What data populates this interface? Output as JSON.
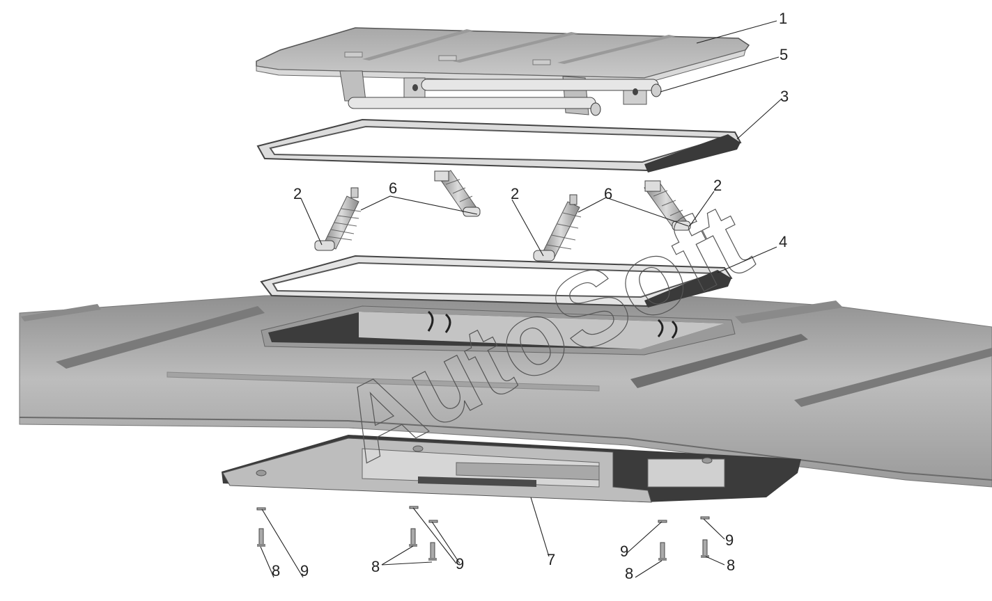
{
  "watermark": "AutoSoft",
  "colors": {
    "part_fill": "#b9b9b9",
    "part_dark": "#4a4a4a",
    "part_light": "#d6d6d6",
    "line": "#222222"
  },
  "callouts": [
    {
      "id": "c1a",
      "label": "1"
    },
    {
      "id": "c5a",
      "label": "5"
    },
    {
      "id": "c3a",
      "label": "3"
    },
    {
      "id": "c2a",
      "label": "2"
    },
    {
      "id": "c6a",
      "label": "6"
    },
    {
      "id": "c2b",
      "label": "2"
    },
    {
      "id": "c6b",
      "label": "6"
    },
    {
      "id": "c2c",
      "label": "2"
    },
    {
      "id": "c4a",
      "label": "4"
    },
    {
      "id": "c7a",
      "label": "7"
    },
    {
      "id": "c8a",
      "label": "8"
    },
    {
      "id": "c9a",
      "label": "9"
    },
    {
      "id": "c8b",
      "label": "8"
    },
    {
      "id": "c9b",
      "label": "9"
    },
    {
      "id": "c9c",
      "label": "9"
    },
    {
      "id": "c9d",
      "label": "9"
    },
    {
      "id": "c8c",
      "label": "8"
    },
    {
      "id": "c8d",
      "label": "8"
    }
  ]
}
